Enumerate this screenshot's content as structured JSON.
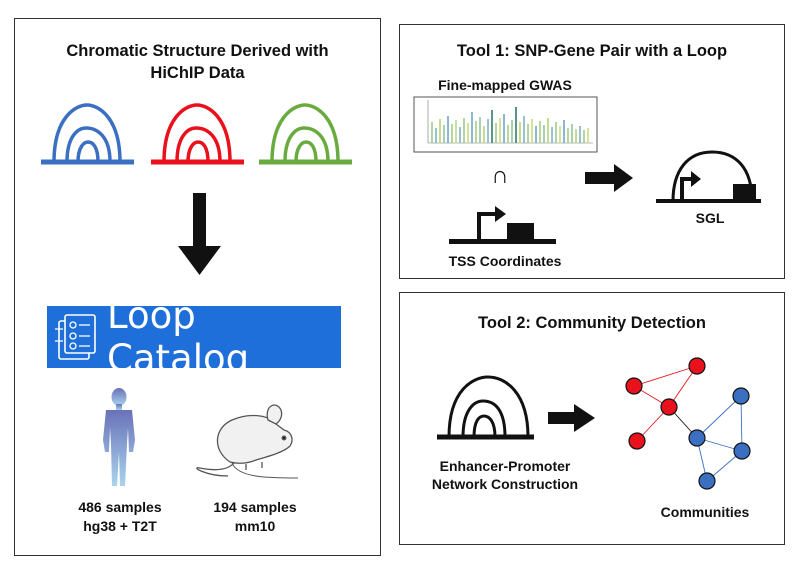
{
  "left_panel": {
    "title_line1": "Chromatic Structure Derived with",
    "title_line2": "HiChIP Data",
    "loop_colors": [
      "#3a6fc1",
      "#e8111c",
      "#6aab3f"
    ],
    "catalog_label": "Loop Catalog",
    "catalog_color": "#1e6fd9",
    "human": {
      "samples": "486 samples",
      "genomes": "hg38 + T2T"
    },
    "mouse": {
      "samples": "194 samples",
      "genomes": "mm10"
    }
  },
  "tool1": {
    "title": "Tool 1: SNP-Gene Pair with a Loop",
    "gwas_label": "Fine-mapped GWAS",
    "intersect_symbol": "∩",
    "tss_label": "TSS Coordinates",
    "result_label": "SGL"
  },
  "tool2": {
    "title": "Tool 2: Community Detection",
    "input_line1": "Enhancer-Promoter",
    "input_line2": "Network Construction",
    "result_label": "Communities",
    "red_color": "#e8111c",
    "blue_color": "#3a6fc1"
  }
}
